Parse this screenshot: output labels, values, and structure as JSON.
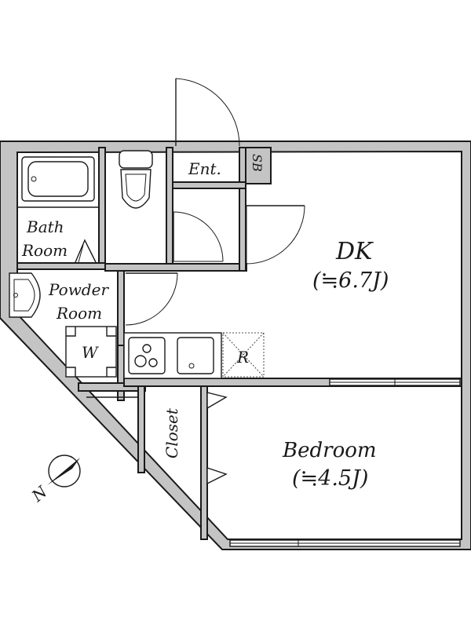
{
  "rooms": {
    "dk": {
      "name": "DK",
      "size": "(≒6.7J)"
    },
    "bedroom": {
      "name": "Bedroom",
      "size": "(≒4.5J)"
    },
    "bath": {
      "line1": "Bath",
      "line2": "Room"
    },
    "powder": {
      "line1": "Powder",
      "line2": "Room"
    },
    "closet": {
      "name": "Closet"
    },
    "entrance": {
      "name": "Ent."
    },
    "shoe_box": {
      "name": "SB"
    },
    "washer": {
      "name": "W"
    },
    "fridge": {
      "name": "R"
    }
  },
  "compass": {
    "label": "N"
  },
  "colors": {
    "wall": "#c4c4c4",
    "line": "#1a1a1a",
    "floor": "#ffffff"
  }
}
